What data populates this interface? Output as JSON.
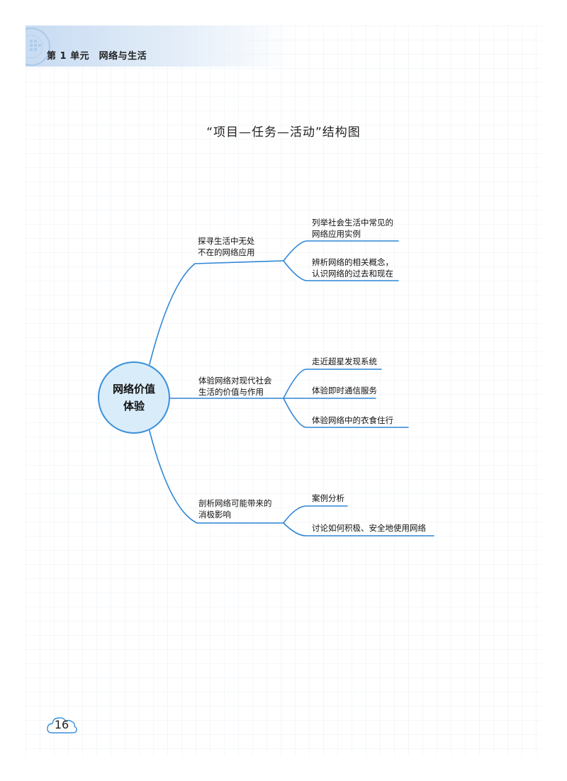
{
  "header": {
    "unit": "第 1 单元　网络与生活"
  },
  "title": "“项目—任务—活动”结构图",
  "root": {
    "line1": "网络价值",
    "line2": "体验"
  },
  "tasks": [
    {
      "line1": "探寻生活中无处",
      "line2": "不在的网络应用",
      "activities": [
        {
          "line1": "列举社会生活中常见的",
          "line2": "网络应用实例"
        },
        {
          "line1": "辨析网络的相关概念，",
          "line2": "认识网络的过去和现在"
        }
      ]
    },
    {
      "line1": "体验网络对现代社会",
      "line2": "生活的价值与作用",
      "activities": [
        {
          "line1": "走近超星发现系统"
        },
        {
          "line1": "体验即时通信服务"
        },
        {
          "line1": "体验网络中的衣食住行"
        }
      ]
    },
    {
      "line1": "剖析网络可能带来的",
      "line2": "消极影响",
      "activities": [
        {
          "line1": "案例分析"
        },
        {
          "line1": "讨论如何积极、安全地使用网络"
        }
      ]
    }
  ],
  "page_number": "16",
  "colors": {
    "line": "#2f86d6",
    "root_fill": "#d8ecfa",
    "header_band": "#c7dbf2"
  }
}
